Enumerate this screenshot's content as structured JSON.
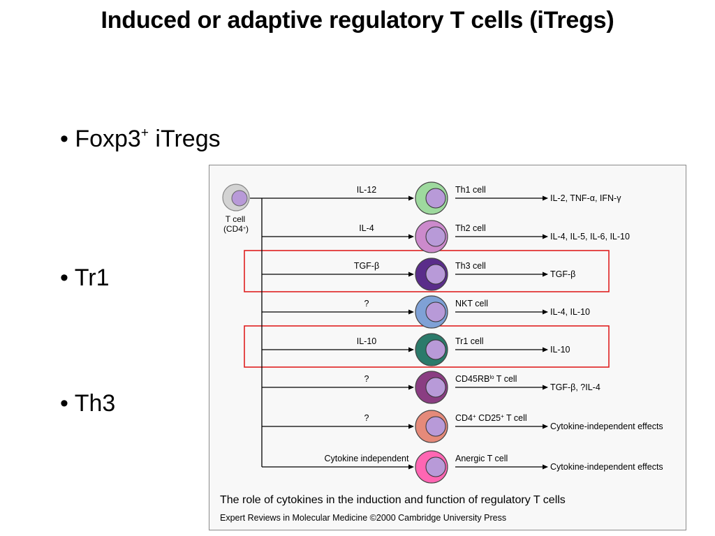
{
  "slide": {
    "title": "Induced or adaptive regulatory T cells  (iTregs)",
    "bullets": [
      {
        "text": "• Foxp3",
        "sup": "+",
        "after": " iTregs"
      },
      {
        "text": "• Tr1"
      },
      {
        "text": "• Th3"
      }
    ]
  },
  "figure": {
    "source_cell": {
      "line1": "T cell",
      "line2": "(CD4",
      "sup": "+",
      "line2_end": ")"
    },
    "rows": [
      {
        "stimulus": "IL-12",
        "cell": "Th1 cell",
        "output": "IL-2, TNF-α, IFN-γ",
        "color": "#9ed99e",
        "highlighted": false
      },
      {
        "stimulus": "IL-4",
        "cell": "Th2 cell",
        "output": "IL-4, IL-5, IL-6, IL-10",
        "color": "#cc8acc",
        "highlighted": false
      },
      {
        "stimulus": "TGF-β",
        "cell": "Th3 cell",
        "output": "TGF-β",
        "color": "#5a2d8a",
        "highlighted": true
      },
      {
        "stimulus": "?",
        "cell": "NKT cell",
        "output": "IL-4, IL-10",
        "color": "#7fa1d6",
        "highlighted": false
      },
      {
        "stimulus": "IL-10",
        "cell": "Tr1 cell",
        "output": "IL-10",
        "color": "#2b7a6a",
        "highlighted": true
      },
      {
        "stimulus": "?",
        "cell": "CD45RB",
        "cell_sup": "lo",
        "cell_end": " T cell",
        "output": "TGF-β, ?IL-4",
        "color": "#8a3d82",
        "highlighted": false
      },
      {
        "stimulus": "?",
        "cell": "CD4",
        "cell_sup": "+",
        "cell_mid": " CD25",
        "cell_sup2": "+",
        "cell_end": " T cell",
        "output": "Cytokine-independent effects",
        "color": "#e58a7a",
        "highlighted": false
      },
      {
        "stimulus": "Cytokine independent",
        "cell": "Anergic T cell",
        "output": "Cytokine-independent effects",
        "color": "#ff66b3",
        "highlighted": false
      }
    ],
    "caption": "The role of cytokines in the induction and function of regulatory T cells",
    "credit": "Expert Reviews in Molecular Medicine ©2000 Cambridge University Press",
    "colors": {
      "nucleus": "#b89ad8",
      "highlight_box": "#e02020",
      "source_cell": "#d3d3d3"
    }
  }
}
